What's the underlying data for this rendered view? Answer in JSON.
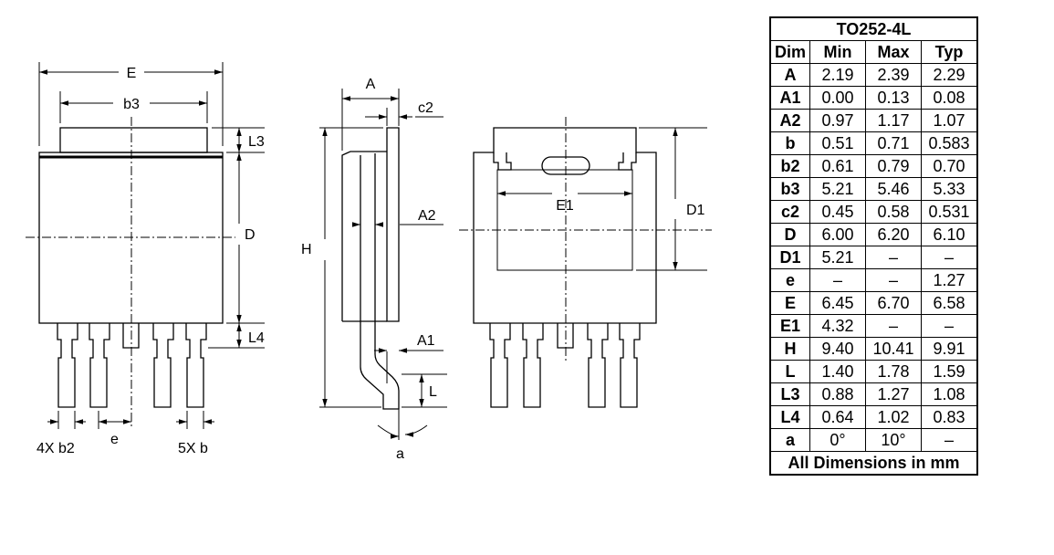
{
  "table": {
    "title": "TO252-4L",
    "headers": [
      "Dim",
      "Min",
      "Max",
      "Typ"
    ],
    "rows": [
      [
        "A",
        "2.19",
        "2.39",
        "2.29"
      ],
      [
        "A1",
        "0.00",
        "0.13",
        "0.08"
      ],
      [
        "A2",
        "0.97",
        "1.17",
        "1.07"
      ],
      [
        "b",
        "0.51",
        "0.71",
        "0.583"
      ],
      [
        "b2",
        "0.61",
        "0.79",
        "0.70"
      ],
      [
        "b3",
        "5.21",
        "5.46",
        "5.33"
      ],
      [
        "c2",
        "0.45",
        "0.58",
        "0.531"
      ],
      [
        "D",
        "6.00",
        "6.20",
        "6.10"
      ],
      [
        "D1",
        "5.21",
        "–",
        "–"
      ],
      [
        "e",
        "–",
        "–",
        "1.27"
      ],
      [
        "E",
        "6.45",
        "6.70",
        "6.58"
      ],
      [
        "E1",
        "4.32",
        "–",
        "–"
      ],
      [
        "H",
        "9.40",
        "10.41",
        "9.91"
      ],
      [
        "L",
        "1.40",
        "1.78",
        "1.59"
      ],
      [
        "L3",
        "0.88",
        "1.27",
        "1.08"
      ],
      [
        "L4",
        "0.64",
        "1.02",
        "0.83"
      ],
      [
        "a",
        "0°",
        "10°",
        "–"
      ]
    ],
    "footer": "All Dimensions in mm"
  },
  "drawing": {
    "front": {
      "E": "E",
      "b3": "b3",
      "L3": "L3",
      "D": "D",
      "L4": "L4",
      "b2": "4X b2",
      "e": "e",
      "b": "5X b"
    },
    "side": {
      "A": "A",
      "c2": "c2",
      "A2": "A2",
      "H": "H",
      "A1": "A1",
      "L": "L",
      "a": "a"
    },
    "back": {
      "E1": "E1",
      "D1": "D1"
    }
  }
}
